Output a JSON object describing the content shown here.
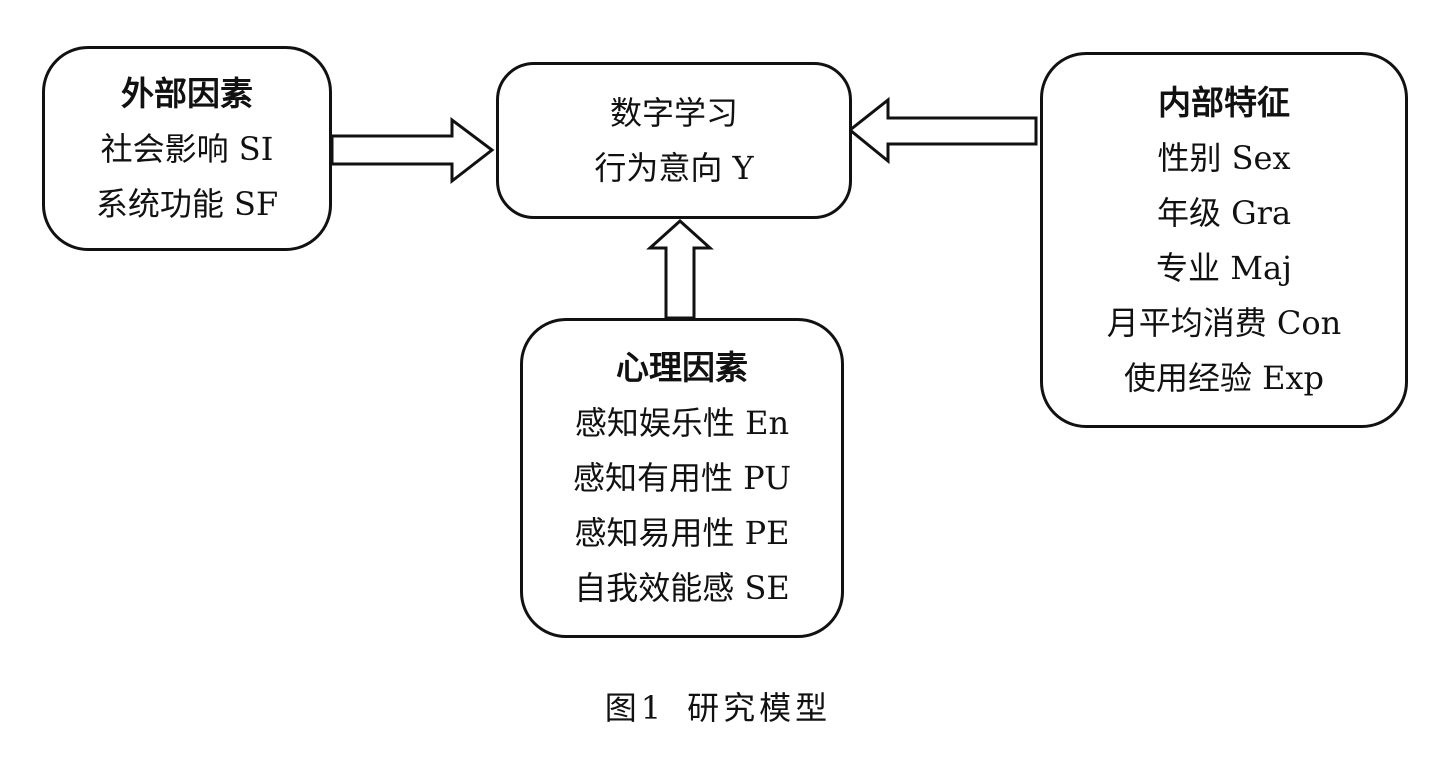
{
  "diagram": {
    "external": {
      "title": "外部因素",
      "items": [
        "社会影响 SI",
        "系统功能 SF"
      ]
    },
    "target": {
      "lines": [
        "数字学习",
        "行为意向 Y"
      ]
    },
    "internal": {
      "title": "内部特征",
      "items": [
        "性别 Sex",
        "年级 Gra",
        "专业 Maj",
        "月平均消费 Con",
        "使用经验 Exp"
      ]
    },
    "psychological": {
      "title": "心理因素",
      "items": [
        "感知娱乐性 En",
        "感知有用性 PU",
        "感知易用性 PE",
        "自我效能感 SE"
      ]
    }
  },
  "caption": {
    "number": "图1",
    "text": "研究模型"
  },
  "colors": {
    "stroke": "#111111",
    "background": "#ffffff"
  }
}
